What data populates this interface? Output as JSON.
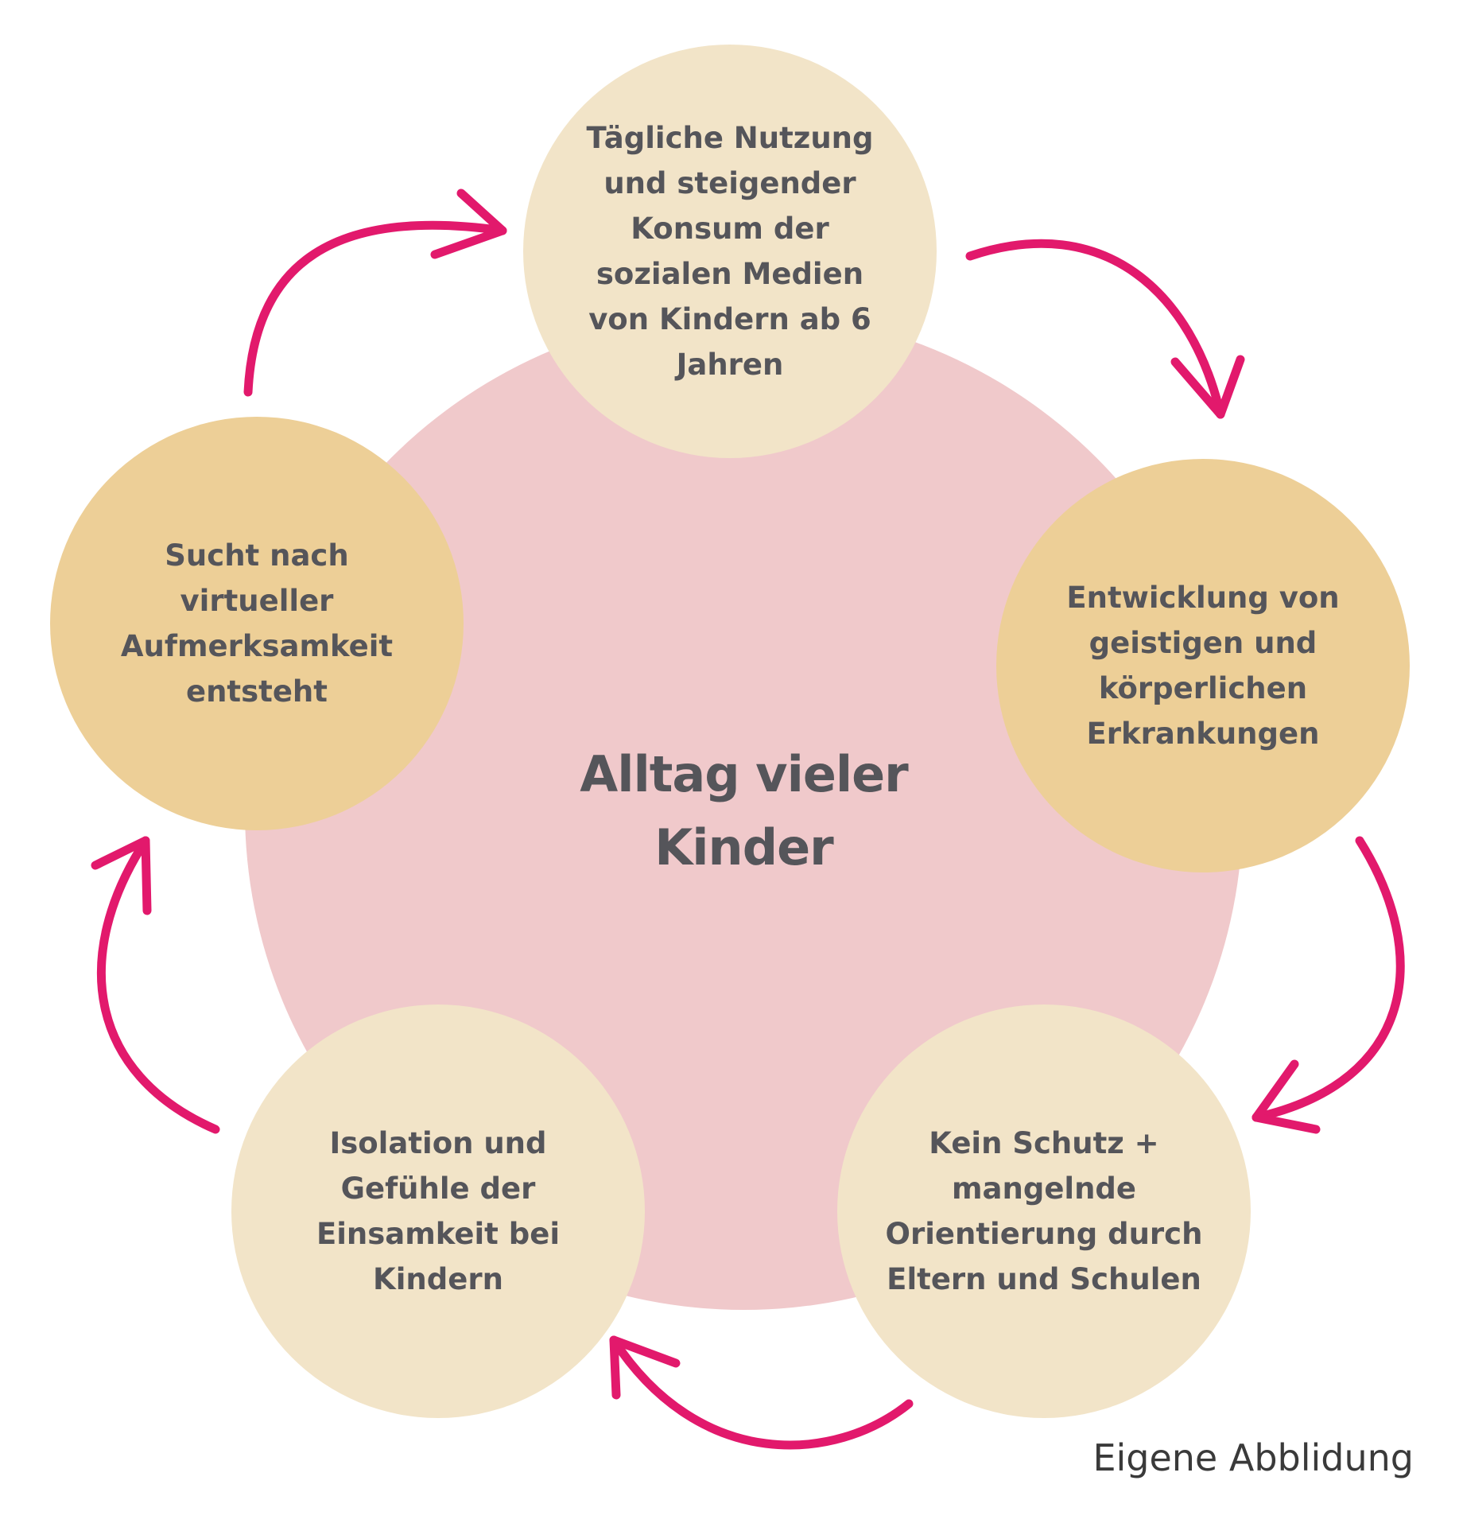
{
  "colors": {
    "center_fill": "#f0c9cb",
    "node_light": "#f2e4c8",
    "node_dark": "#edcf97",
    "arrow": "#e2196c",
    "text": "#55555a"
  },
  "center": {
    "label": "Alltag vieler\nKinder"
  },
  "nodes": [
    {
      "label": "Tägliche Nutzung\nund steigender\nKonsum der\nsozialen Medien\nvon Kindern ab 6\nJahren",
      "shade": "light"
    },
    {
      "label": "Entwicklung von\ngeistigen und\nkörperlichen\nErkrankungen",
      "shade": "dark"
    },
    {
      "label": "Kein Schutz +\nmangelnde\nOrientierung durch\nEltern und Schulen",
      "shade": "light"
    },
    {
      "label": "Isolation und\nGefühle der\nEinsamkeit bei\nKindern",
      "shade": "light"
    },
    {
      "label": "Sucht nach\nvirtueller\nAufmerksamkeit\nentsteht",
      "shade": "dark"
    }
  ],
  "arrows": [
    {
      "from": "node-5",
      "to": "node-1",
      "icon": "curved-arrow-icon"
    },
    {
      "from": "node-1",
      "to": "node-2",
      "icon": "curved-arrow-icon"
    },
    {
      "from": "node-2",
      "to": "node-3",
      "icon": "curved-arrow-icon"
    },
    {
      "from": "node-3",
      "to": "node-4",
      "icon": "curved-arrow-icon"
    },
    {
      "from": "node-4",
      "to": "node-5",
      "icon": "curved-arrow-icon"
    }
  ],
  "credit": "Eigene Abblidung"
}
